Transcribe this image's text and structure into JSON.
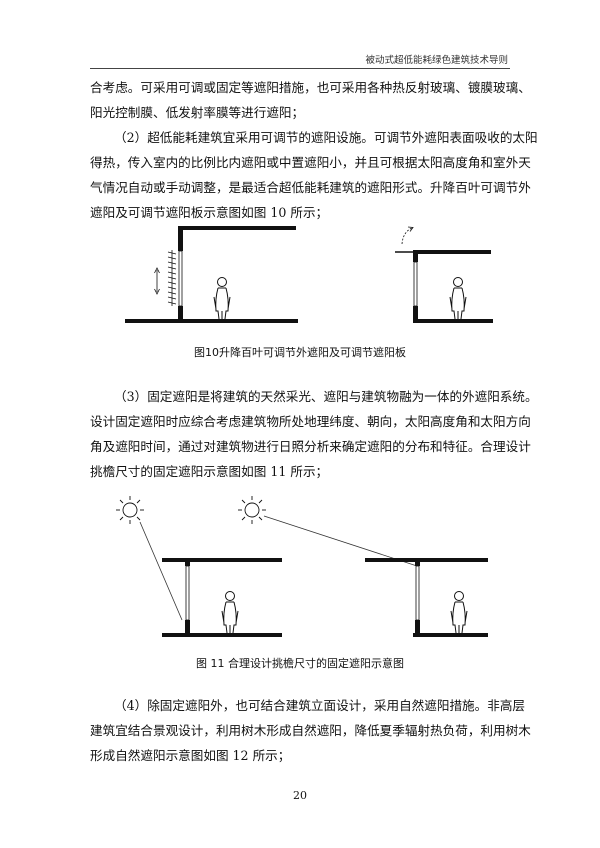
{
  "header": {
    "title": "被动式超低能耗绿色建筑技术导则"
  },
  "para1": {
    "lines": [
      "合考虑。可采用可调或固定等遮阳措施，也可采用各种热反射玻璃、镀膜玻璃、",
      "阳光控制膜、低发射率膜等进行遮阳；"
    ]
  },
  "para2": {
    "lines": [
      "（2）超低能耗建筑宜采用可调节的遮阳设施。可调节外遮阳表面吸收的太阳",
      "得热，传入室内的比例比内遮阳或中置遮阳小，并且可根据太阳高度角和室外天",
      "气情况自动或手动调整，是最适合超低能耗建筑的遮阳形式。升降百叶可调节外",
      "遮阳及可调节遮阳板示意图如图 10 所示；"
    ]
  },
  "figure10": {
    "caption": "图10升降百叶可调节外遮阳及可调节遮阳板"
  },
  "para3": {
    "lines": [
      "（3）固定遮阳是将建筑的天然采光、遮阳与建筑物融为一体的外遮阳系统。",
      "设计固定遮阳时应综合考虑建筑物所处地理纬度、朝向，太阳高度角和太阳方向",
      "角及遮阳时间，通过对建筑物进行日照分析来确定遮阳的分布和特征。合理设计",
      "挑檐尺寸的固定遮阳示意图如图 11 所示；"
    ]
  },
  "figure11": {
    "caption": "图 11 合理设计挑檐尺寸的固定遮阳示意图"
  },
  "para4": {
    "lines": [
      "（4）除固定遮阳外，也可结合建筑立面设计，采用自然遮阳措施。非高层",
      "建筑宜结合景观设计，利用树木形成自然遮阳，降低夏季辐射热负荷，利用树木",
      "形成自然遮阳示意图如图 12 所示；"
    ]
  },
  "footer": {
    "page_number": "20"
  }
}
